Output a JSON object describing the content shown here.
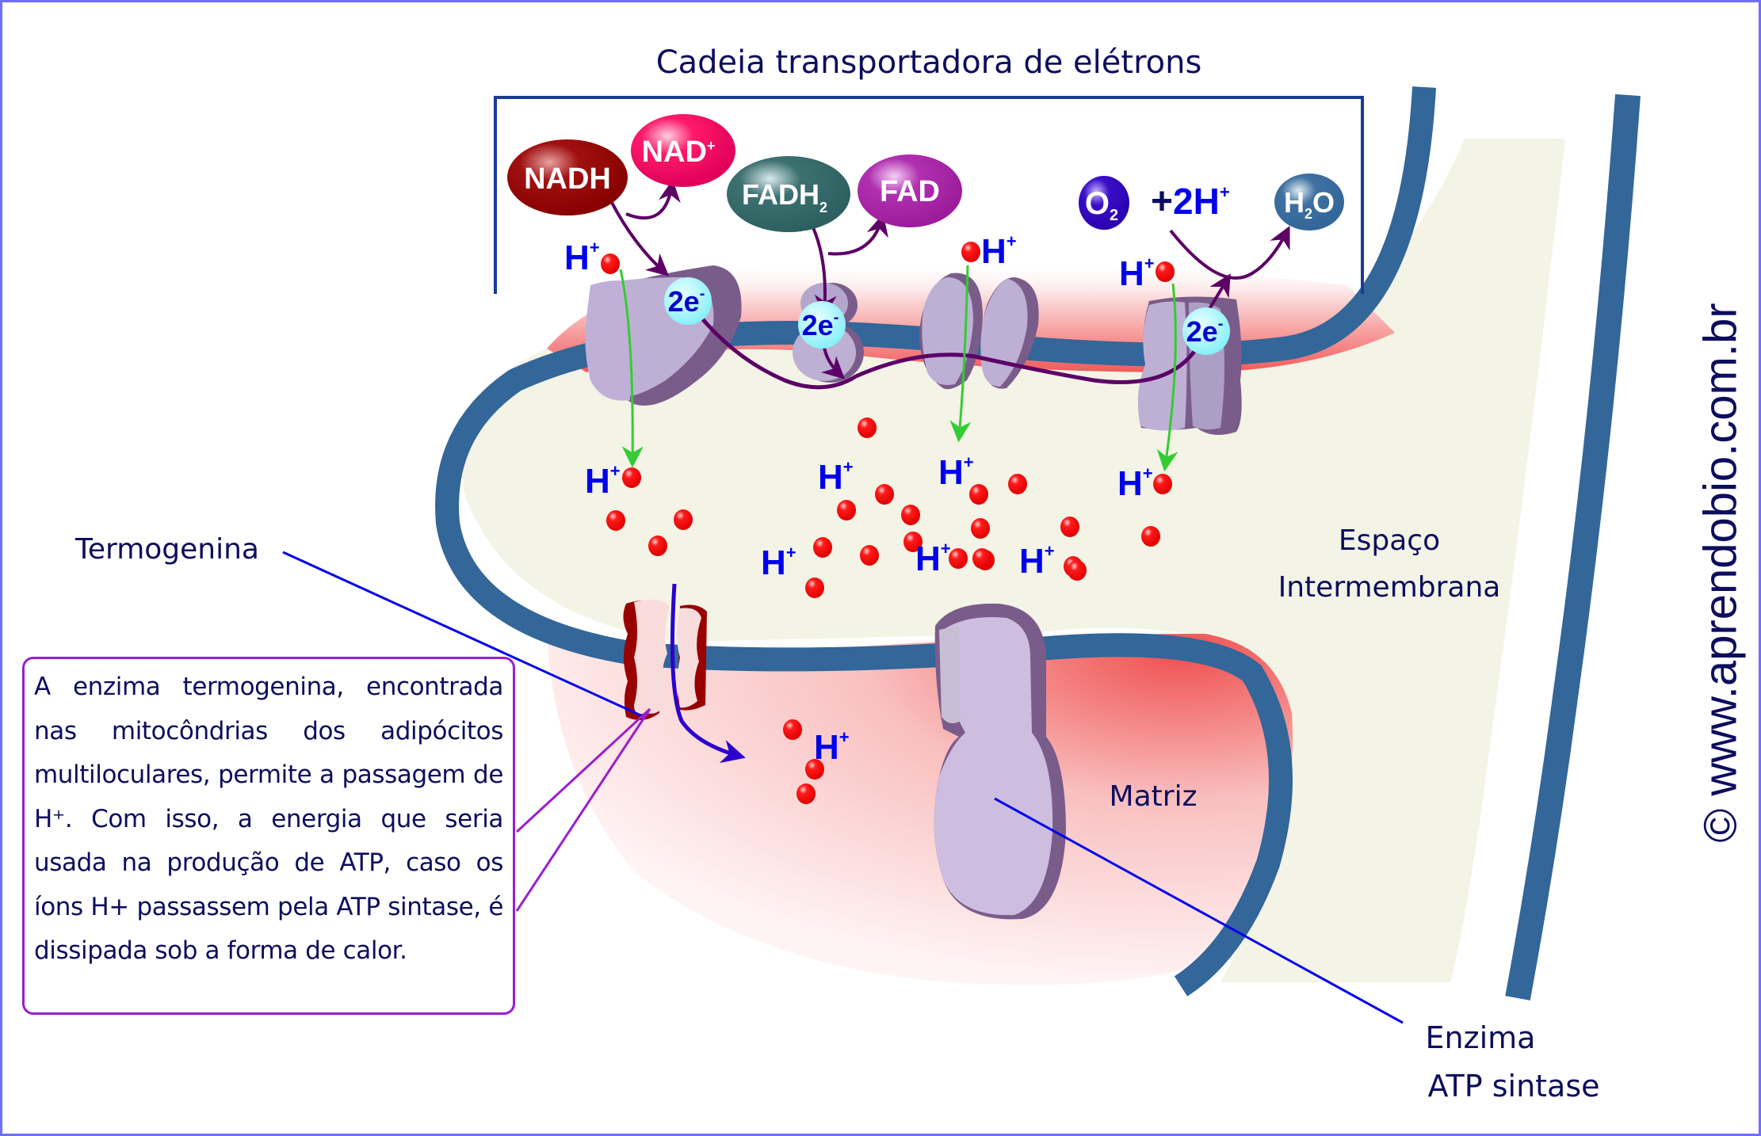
{
  "title": "Cadeia transportadora de elétrons",
  "molecules": {
    "nadh": "NADH",
    "nad": "NAD",
    "nad_sup": "+",
    "fadh2": "FADH",
    "fadh2_sub": "2",
    "fad": "FAD",
    "o2": "O",
    "o2_sub": "2",
    "plus": "+",
    "two_h": "2H",
    "two_h_sup": "+",
    "h2o_h": "H",
    "h2o_sub": "2",
    "h2o_o": "O"
  },
  "electron_label": "2e",
  "electron_sup": "-",
  "proton_label": "H",
  "proton_sup": "+",
  "labels": {
    "termogenina": "Termogenina",
    "espaco": "Espaço",
    "intermembrana": "Intermembrana",
    "matriz": "Matriz",
    "enzima": "Enzima",
    "atp_sintase": "ATP sintase"
  },
  "info_text": "A enzima termogenina, encontrada nas mitocôndrias dos adipócitos multiloculares, permite a passagem de H⁺. Com isso, a energia que seria usada na produção de ATP, caso os íons H+ passassem pela ATP sintase, é dissipada sob a forma de calor.",
  "watermark": "© www.aprendobio.com.br",
  "colors": {
    "membrane": "#336699",
    "intermembrane_space": "#f3f3e6",
    "matrix_pink": "#f26060",
    "protein": "#bdb0d4",
    "protein_shadow": "#7a5c8a",
    "proton_dot": "#ff0000",
    "proton_text": "#0000ee",
    "electron_carrier": "#99ffff",
    "arrow_purple": "#5c0066",
    "arrow_green": "#33cc33",
    "thermogenin": "#990000",
    "text_dark": "#0d0d5e",
    "frame": "#6e6eff",
    "infobox_border": "#9a1ecf"
  }
}
